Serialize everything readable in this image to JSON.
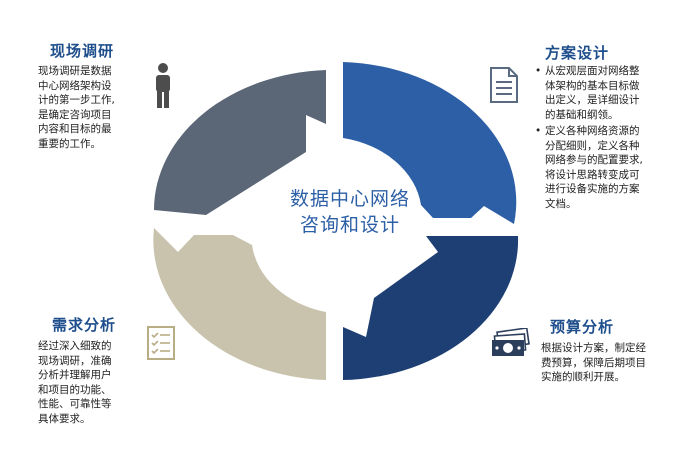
{
  "center": {
    "line1": "数据中心网络",
    "line2": "咨询和设计"
  },
  "sections": {
    "research": {
      "title": "现场调研",
      "lines": [
        "现场调研是数据",
        "中心网络架构设",
        "计的第一步工作,",
        "是确定咨询项目",
        "内容和目标的最",
        "重要的工作。"
      ],
      "icon": "person-icon",
      "color": "#5b6676"
    },
    "plan": {
      "title": "方案设计",
      "bullets": [
        {
          "lines": [
            "从宏观层面对网络整",
            "体架构的基本目标做",
            "出定义，是详细设计",
            "的基础和纲领。"
          ]
        },
        {
          "lines": [
            "定义各种网络资源的",
            "分配细则，定义各种",
            "网络参与的配置要求,",
            "将设计思路转变成可",
            "进行设备实施的方案",
            "文档。"
          ]
        }
      ],
      "icon": "document-icon",
      "color": "#2c5fa6"
    },
    "needs": {
      "title": "需求分析",
      "lines": [
        "经过深入细致的",
        "现场调研，准确",
        "分析并理解用户",
        "和项目的功能、",
        "性能、可靠性等",
        "具体要求。"
      ],
      "icon": "checklist-icon",
      "color": "#c9c3ad"
    },
    "budget": {
      "title": "预算分析",
      "lines": [
        "根据设计方案，制定经",
        "费预算，保障后期项目",
        "实施的顺利开展。"
      ],
      "icon": "money-icon",
      "color": "#1e3f73"
    }
  }
}
